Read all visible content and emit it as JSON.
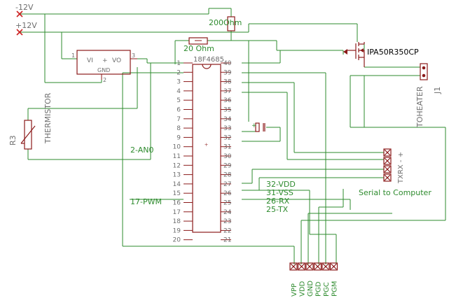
{
  "rails": {
    "neg": "-12V",
    "pos": "+12V"
  },
  "regulator": {
    "vi": "VI",
    "vo": "VO",
    "gnd": "GND",
    "plus": "+",
    "pin1": "1",
    "pin2": "2",
    "pin3": "3"
  },
  "resistors": {
    "r200": "200Ohm",
    "r20": "20 Ohm"
  },
  "mosfet": {
    "label": "IPA50R350CP"
  },
  "mcu": {
    "name": "18F4685",
    "left_pins": [
      "1",
      "2",
      "3",
      "4",
      "5",
      "6",
      "7",
      "8",
      "9",
      "10",
      "11",
      "12",
      "13",
      "14",
      "15",
      "16",
      "17",
      "18",
      "19",
      "20"
    ],
    "right_pins": [
      "40",
      "39",
      "38",
      "37",
      "36",
      "35",
      "34",
      "33",
      "32",
      "31",
      "30",
      "29",
      "28",
      "27",
      "26",
      "25",
      "24",
      "23",
      "22",
      "21"
    ]
  },
  "thermistor": {
    "name": "R3",
    "value": "THERMISTOR"
  },
  "heater": {
    "label": "TOHEATER",
    "ref": "J1"
  },
  "serial": {
    "label": "TXRX - +",
    "caption": "Serial to Computer"
  },
  "net_labels": {
    "an0": "2-AN0",
    "pwm": "17-PWM",
    "vdd": "32-VDD",
    "vss": "31-VSS",
    "rx": "26-RX",
    "tx": "25-TX"
  },
  "programmer": {
    "pins": [
      "VPP",
      "VDD",
      "GND",
      "PGD",
      "PGC",
      "PGM"
    ]
  }
}
